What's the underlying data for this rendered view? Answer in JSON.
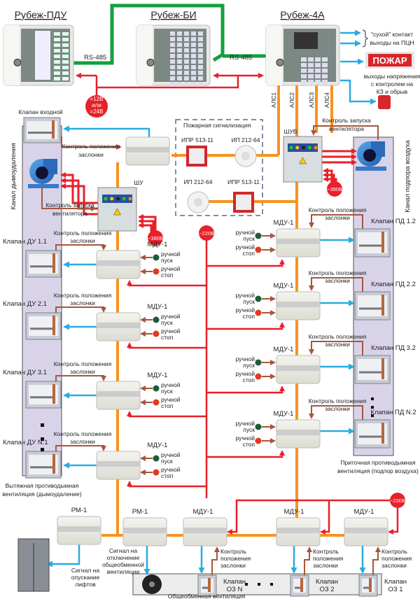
{
  "devices": {
    "pdu": "Рубеж-ПДУ",
    "bi": "Рубеж-БИ",
    "a4": "Рубеж-4А"
  },
  "links": {
    "rs485_left": "RS-485",
    "rs485_right": "RS-485",
    "als": [
      "АЛС1",
      "АЛС2",
      "АЛС3",
      "АЛС4"
    ]
  },
  "power": {
    "dc": [
      "=12В",
      "или",
      "=24В"
    ],
    "ac380_left": "~380В",
    "ac380_right": "~380В",
    "ac220_mid": "~220В",
    "ac220_bottom": "~220В"
  },
  "outputs": {
    "dry_contact": [
      "\"сухой\" контакт",
      "выходы на ПЦН"
    ],
    "fire_sign": "ПОЖАР",
    "voltage": [
      "выходы напряжения",
      "с контролем на",
      "КЗ и обрыв"
    ]
  },
  "fire_alarm": {
    "title": "Пожарная сигнализация",
    "detectors": [
      "ИПР 513-11",
      "ИП 212-64",
      "ИП 212-64",
      "ИПР 513-11"
    ]
  },
  "common": {
    "mdu": "МДУ-1",
    "rm": "РМ-1",
    "valve_control": [
      "Контроль положения",
      "заслонки"
    ],
    "fan_control": [
      "Контроль запуска",
      "вентилятора"
    ],
    "manual_start": [
      "ручной",
      "пуск"
    ],
    "manual_stop": [
      "ручной",
      "стоп"
    ],
    "shu": "ШУ",
    "shuv": "ШУВ"
  },
  "smoke_exhaust": {
    "inlet_valve": "Клапан входной",
    "channel": "Канал дымоудаления",
    "valves": [
      "Клапан ДУ 1.1",
      "Клапан ДУ 2.1",
      "Клапан ДУ 3.1",
      "Клапан ДУ N.1"
    ],
    "caption": [
      "Вытяжная противодымная",
      "вентиляция (дымоудаление)"
    ]
  },
  "air_supply": {
    "channel": "Канал подпора воздуха",
    "valves": [
      "Клапан ПД 1.2",
      "Клапан ПД 2.2",
      "Клапан ПД 3.2",
      "Клапан ПД N.2"
    ],
    "caption": [
      "Приточная противодымная",
      "вентиляция (подпор воздуха)"
    ]
  },
  "general": {
    "vent_off_signal": [
      "Сигнал на",
      "отключение",
      "общеобменной",
      "вентиляции"
    ],
    "lift_signal": [
      "Сигнал на",
      "опускание",
      "лифтов"
    ],
    "valve_control": [
      "Контроль",
      "положения",
      "заслонки"
    ],
    "valves": [
      [
        "Клапан",
        "ОЗ N"
      ],
      [
        "Клапан",
        "ОЗ 2"
      ],
      [
        "Клапан",
        "ОЗ 1"
      ]
    ],
    "caption": "Общеобменная вентиляция"
  },
  "colors": {
    "alс_line": "#f7931e",
    "power": "#e8202a",
    "control": "#29abe2",
    "feedback": "#a5573d",
    "rs485": "#14a03c",
    "duct": "#d9d3ea"
  }
}
